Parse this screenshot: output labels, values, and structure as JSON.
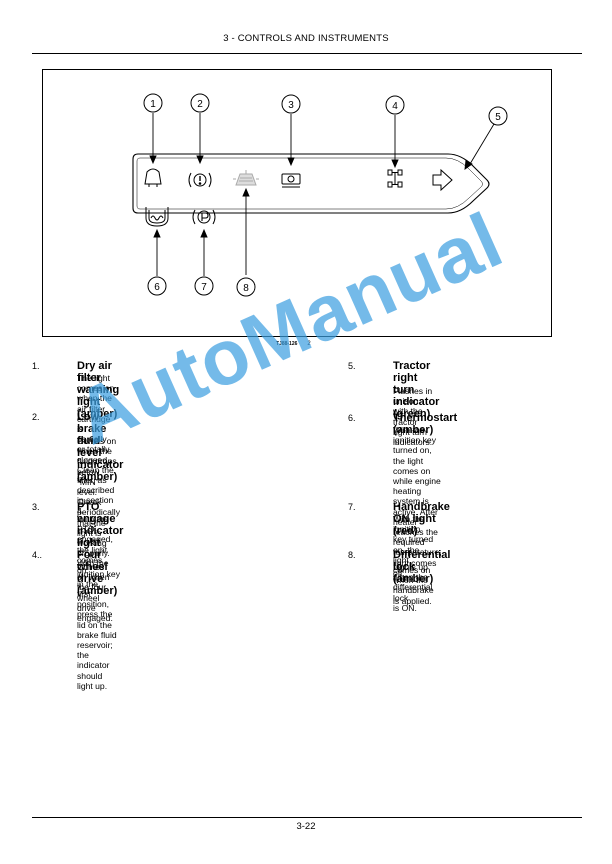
{
  "header": {
    "title": "3 - CONTROLS AND INSTRUMENTS"
  },
  "figure": {
    "callouts": [
      "1",
      "2",
      "3",
      "4",
      "5",
      "6",
      "7",
      "8"
    ],
    "ref_code": "TJ88-126",
    "ref_num": "2"
  },
  "items": [
    {
      "number": "1.",
      "title": "Dry air filter warning light (amber)",
      "description": [
        "The light comes on when the air filter cartridge",
        "is partially or totally clogged.  Clean the filter, as",
        "described in section 4."
      ]
    },
    {
      "number": "2.",
      "title": [
        "Low brake fluid level indicator",
        "(amber)"
      ],
      "description": [
        "Comes on when the fluid drops below “MIN”",
        "level.  Check periodically that the light is",
        "working properly.  With the ignition key in the",
        "first position, press the lid on the brake fluid",
        "reservoir; the indicator should light up."
      ]
    },
    {
      "number": "3.",
      "title": "PTO engage indicator light",
      "description": [
        "With the PTO engaged, the light comes on."
      ]
    },
    {
      "number": "4..",
      "title": "Four wheel drive (amber)",
      "description": [
        "Comes on when the four wheel drive engaged."
      ]
    },
    {
      "number": "5.",
      "title": [
        "Tractor right turn indicator",
        "(green)"
      ],
      "description": [
        "Flashes in unison with the tractor",
        "right turn indicators."
      ]
    },
    {
      "number": "6.",
      "title": "Thermostart (amber)",
      "description": [
        "With the ignition key turned on,",
        "the light comes on while engine",
        "heating system is active.  After",
        "heater reaches the required",
        "temperature, light comes off."
      ]
    },
    {
      "number": "7.",
      "title": "Handbrake ON light (red)",
      "description": [
        "With the ignition key turned on, the",
        "light comes on when the handbrake",
        "is applied."
      ]
    },
    {
      "number": "8.",
      "title": "Differential lock (amber)",
      "description": [
        "Lights up when the differential lock",
        "is ON."
      ]
    }
  ],
  "watermark": "AutoManual",
  "footer": {
    "page": "3-22"
  }
}
